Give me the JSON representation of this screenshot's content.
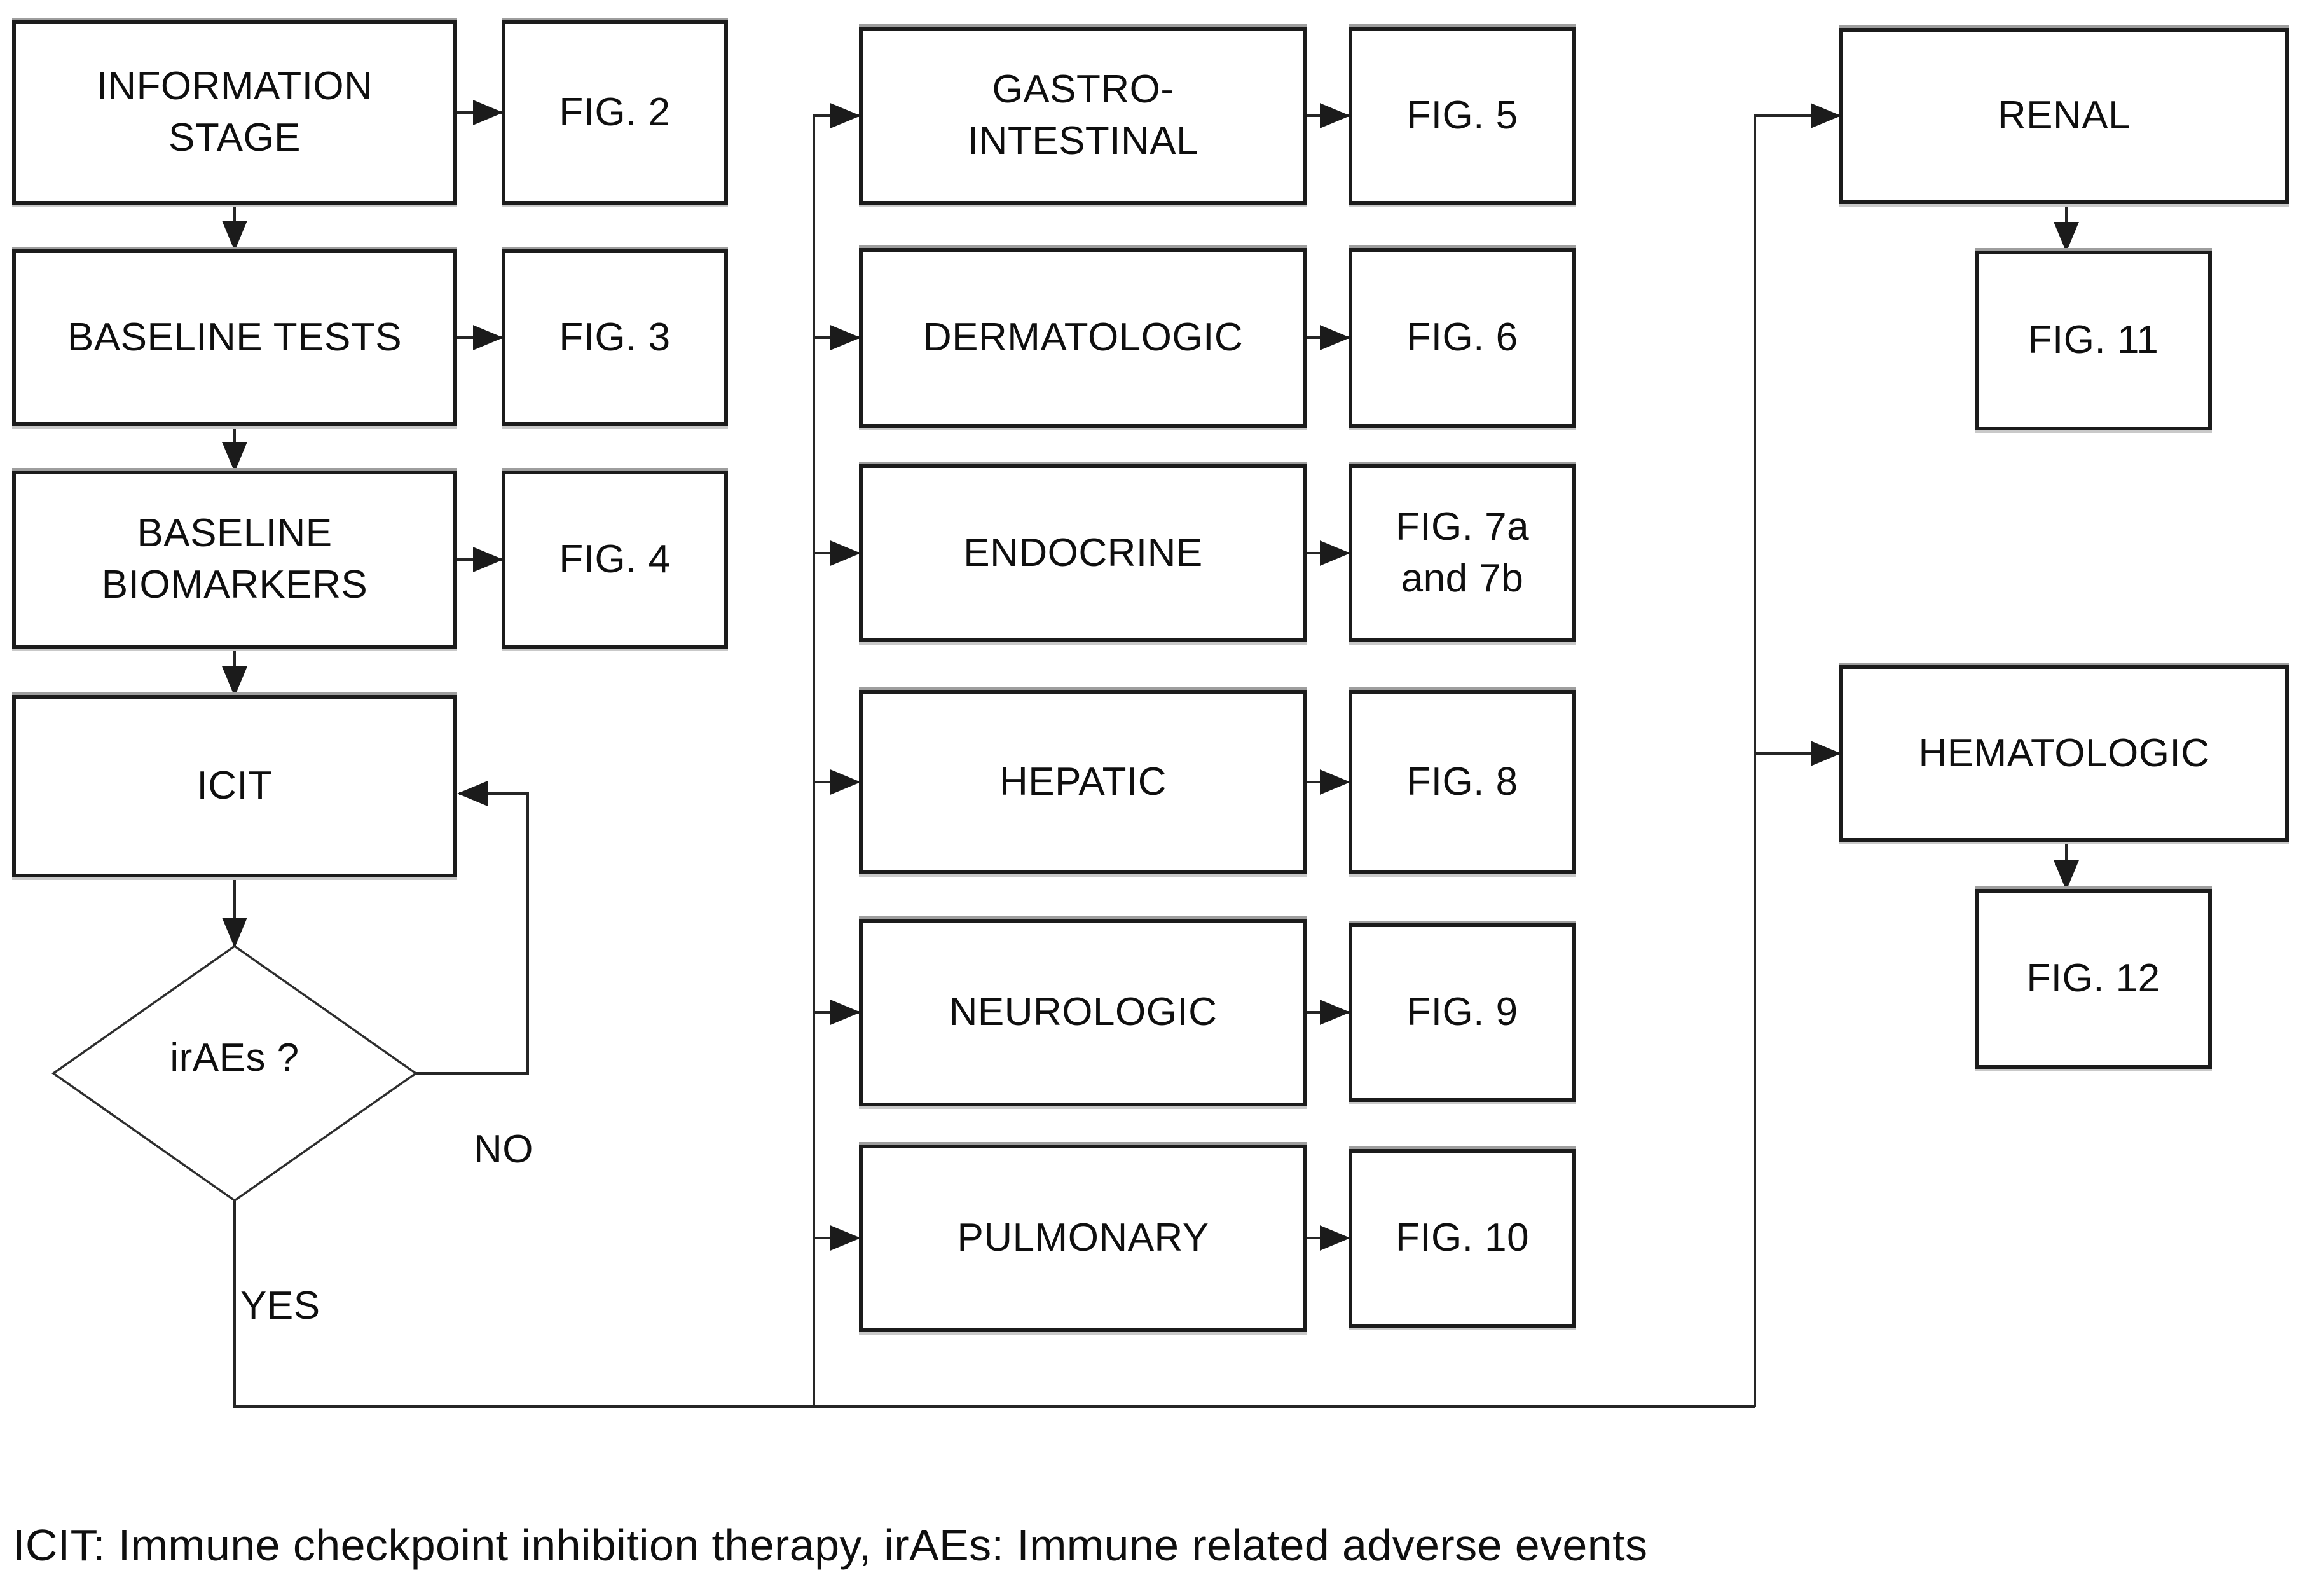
{
  "palette": {
    "background": "#ffffff",
    "line_color": "#262626",
    "box_border_color": "#1b1b1b",
    "text_color": "#0f0f0f"
  },
  "left_column": {
    "information_stage": "INFORMATION\nSTAGE",
    "fig2": "FIG. 2",
    "baseline_tests": "BASELINE TESTS",
    "fig3": "FIG. 3",
    "baseline_biomarkers": "BASELINE\nBIOMARKERS",
    "fig4": "FIG. 4",
    "icit": "ICIT"
  },
  "decision": {
    "label": "irAEs ?",
    "no_label": "NO",
    "yes_label": "YES"
  },
  "middle_column": {
    "gastrointestinal": "GASTRO-\nINTESTINAL",
    "fig5": "FIG. 5",
    "dermatologic": "DERMATOLOGIC",
    "fig6": "FIG. 6",
    "endocrine": "ENDOCRINE",
    "fig7": "FIG. 7a\nand 7b",
    "hepatic": "HEPATIC",
    "fig8": "FIG. 8",
    "neurologic": "NEUROLOGIC",
    "fig9": "FIG. 9",
    "pulmonary": "PULMONARY",
    "fig10": "FIG. 10"
  },
  "right_column": {
    "renal": "RENAL",
    "fig11": "FIG. 11",
    "hematologic": "HEMATOLOGIC",
    "fig12": "FIG. 12"
  },
  "caption": "ICIT: Immune checkpoint inhibition therapy, irAEs: Immune related adverse events"
}
